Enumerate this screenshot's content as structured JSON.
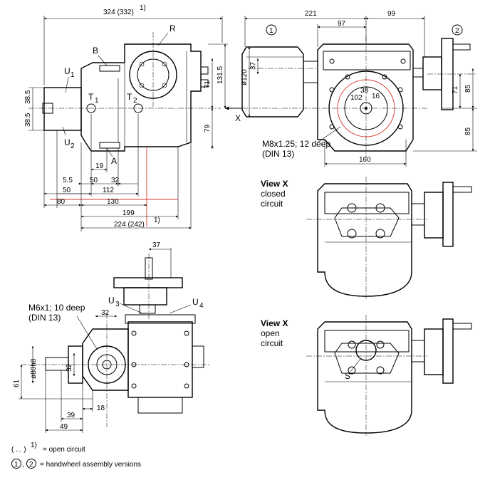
{
  "top_view": {
    "dims": {
      "width_total": "324 (332)",
      "width_total_sup": "1)",
      "d5_5": "5.5",
      "d19": "19",
      "d50a": "50",
      "d32": "32",
      "d50b": "50",
      "d112": "112",
      "d80": "80",
      "d130": "130",
      "d199": "199",
      "d224": "224 (242)",
      "d224_sup": "1)",
      "d38_5a": "38.5",
      "d38_5b": "38.5",
      "d71": "71",
      "d131_5": "131.5",
      "d79": "79"
    },
    "labels": {
      "R": "R",
      "B": "B",
      "U1": "U",
      "U1_sub": "1",
      "U2": "U",
      "U2_sub": "2",
      "T1": "T",
      "T1_sub": "1",
      "T2": "T",
      "T2_sub": "2",
      "A": "A",
      "X": "X"
    }
  },
  "front_view": {
    "dims": {
      "d221": "221",
      "d99": "99",
      "d97": "97",
      "d37": "37",
      "dia120": "ø120",
      "d71": "71",
      "d85a": "85",
      "d85b": "85",
      "d160": "160"
    },
    "circle1": "1",
    "circle2": "2",
    "inner_labels": [
      "102",
      "16",
      "38"
    ],
    "thread_note_line1": "M8x1.25; 12 deep",
    "thread_note_line2": "(DIN 13)"
  },
  "view_x_closed": {
    "title": "View X",
    "line1": "closed",
    "line2": "circuit"
  },
  "view_x_open": {
    "title": "View X",
    "line1": "open",
    "line2": "circuit",
    "S": "S"
  },
  "side_view": {
    "dims": {
      "d37": "37",
      "d32a": "32",
      "d32b": "32",
      "dia80": "ø80h8",
      "d61": "61",
      "d18": "18",
      "d39": "39",
      "d49": "49"
    },
    "U3": "U",
    "U3_sub": "3",
    "U4": "U",
    "U4_sub": "4",
    "thread_note_line1": "M6x1; 10 deep",
    "thread_note_line2": "(DIN 13)"
  },
  "legend": {
    "row1_symbol": "( ... )",
    "row1_sup": "1)",
    "row1_text": "= open circuit",
    "row2_c1": "1",
    "row2_c2": "2",
    "row2_text": "= handwheel assembly versions"
  }
}
